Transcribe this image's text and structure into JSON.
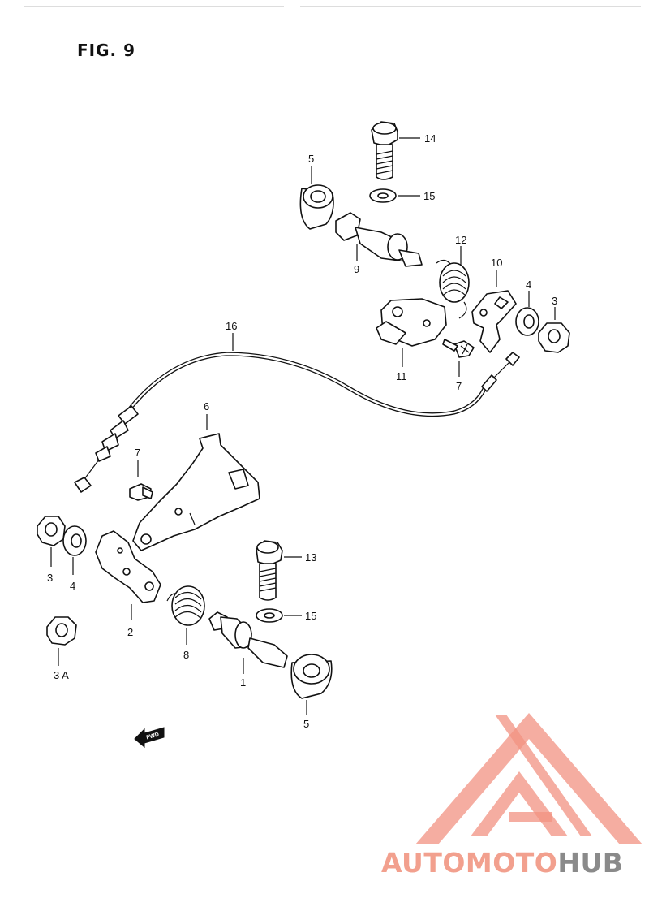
{
  "figure_title": "FIG. 9",
  "fwd_arrow_label": "FWD",
  "callouts": {
    "c14": "14",
    "c5_top": "5",
    "c15_top": "15",
    "c9": "9",
    "c12": "12",
    "c10": "10",
    "c4_right": "4",
    "c3_right": "3",
    "c11": "11",
    "c7_right": "7",
    "c16": "16",
    "c6": "6",
    "c7_left": "7",
    "c13": "13",
    "c15_bottom": "15",
    "c3_left": "3",
    "c4_left": "4",
    "c2": "2",
    "c8": "8",
    "c1": "1",
    "c5_bottom": "5",
    "c3A": "3 A"
  },
  "watermark": {
    "text_part1": "AUTOMOTO",
    "text_part2": "HUB",
    "color_primary": "#f2a08e",
    "color_secondary": "#8a8a8a",
    "logo_color": "#f07f6c"
  }
}
